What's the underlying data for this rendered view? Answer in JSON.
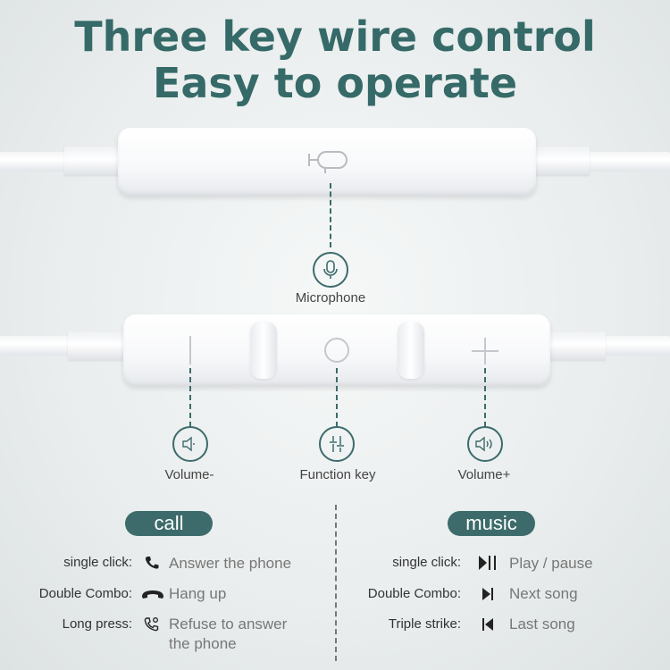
{
  "title": {
    "line1": "Three key wire control",
    "line2": "Easy to operate"
  },
  "labels": {
    "microphone": "Microphone",
    "volume_down": "Volume-",
    "function_key": "Function key",
    "volume_up": "Volume+"
  },
  "call": {
    "heading": "call",
    "rows": [
      {
        "action": "single click:",
        "icon": "phone-icon",
        "result": "Answer the phone"
      },
      {
        "action": "Double Combo:",
        "icon": "hang-up-icon",
        "result": "Hang up"
      },
      {
        "action": "Long press:",
        "icon": "refuse-call-icon",
        "result": "Refuse to answer",
        "result_line2": "the phone"
      }
    ]
  },
  "music": {
    "heading": "music",
    "rows": [
      {
        "action": "single click:",
        "icon": "play-pause-icon",
        "result": "Play / pause"
      },
      {
        "action": "Double Combo:",
        "icon": "next-track-icon",
        "result": "Next song"
      },
      {
        "action": "Triple strike:",
        "icon": "previous-track-icon",
        "result": "Last song"
      }
    ]
  },
  "colors": {
    "accent": "#3d6b6b",
    "title": "#356a68"
  }
}
